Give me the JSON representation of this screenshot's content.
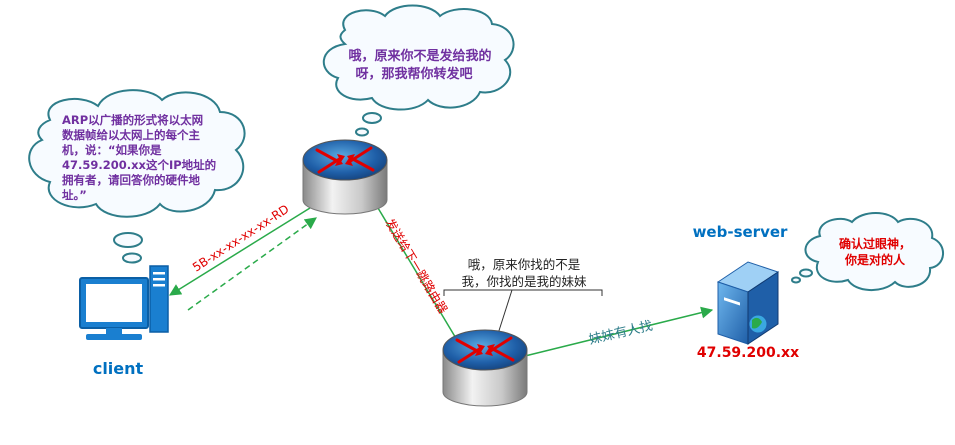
{
  "cloud_top": {
    "line1": "哦，原来你不是发给我的",
    "line2": "呀，那我帮你转发吧"
  },
  "cloud_left": {
    "lines": [
      "ARP以广播的形式将以太网",
      "数据帧给以太网上的每个主",
      "机，说：“如果你是",
      "47.59.200.xx这个IP地址的",
      "拥有者，请回答你的硬件地",
      "址。”"
    ]
  },
  "cloud_right": {
    "line1": "确认过眼神，",
    "line2": "你是对的人"
  },
  "callout_mid": {
    "line1": "哦，原来你找的不是",
    "line2": "我，你找的是我的妹妹"
  },
  "labels": {
    "client": "client",
    "server": "web-server",
    "ip": "47.59.200.xx",
    "mac_reply": "5B-xx-xx-xx-xx-RD",
    "forward": "发送给下一跳路由器",
    "sister": "妹妹有人找"
  },
  "colors": {
    "purple": "#7030a0",
    "blue": "#0070c0",
    "red": "#e00000",
    "green": "#2aaa4a",
    "cloud_fill": "#f7fbff",
    "cloud_stroke": "#2e7d8a"
  }
}
